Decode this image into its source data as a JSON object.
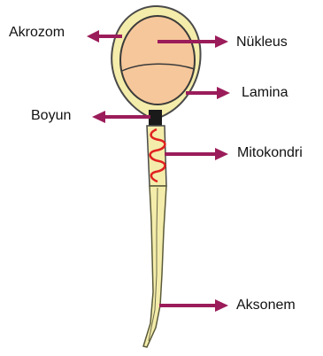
{
  "diagram": {
    "labels": {
      "akrozom": "Akrozom",
      "nukleus": "Nükleus",
      "lamina": "Lamina",
      "boyun": "Boyun",
      "mitokondri": "Mitokondri",
      "aksonem": "Aksonem"
    },
    "colors": {
      "arrow": "#9b1c5a",
      "head_fill": "#f6c79a",
      "head_outline": "#f4ecaa",
      "tail_fill": "#f4ecaa",
      "tail_outline": "#5a5a3a",
      "neck": "#1a1a1a",
      "mitochondria": "#e02020",
      "outline": "#4a4a4a"
    }
  }
}
